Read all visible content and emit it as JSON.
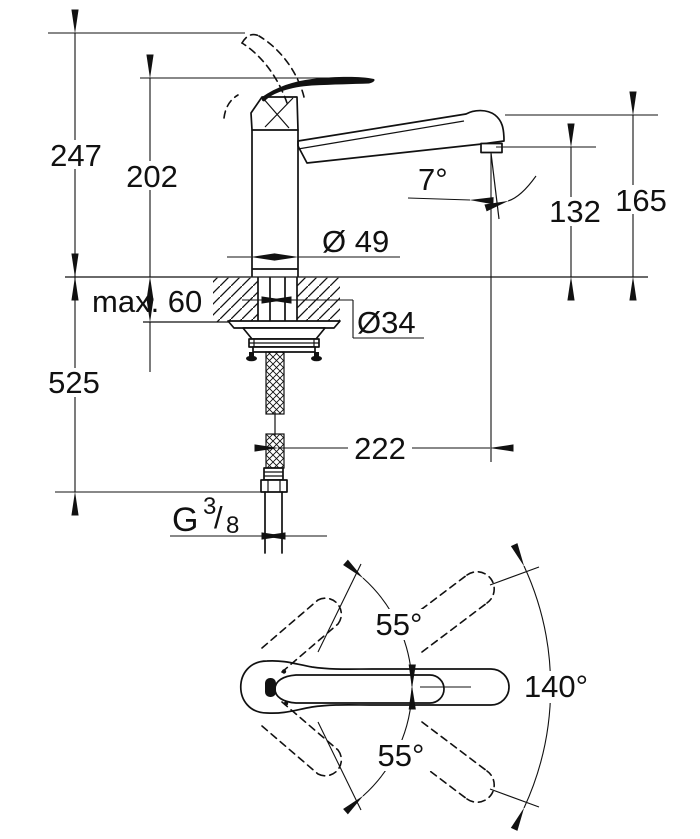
{
  "drawing": {
    "kind": "faucet dimensional drawing",
    "colors": {
      "line": "#111111",
      "background": "#ffffff"
    },
    "side_view": {
      "height_total_raised": "247",
      "height_handle": "202",
      "height_spout_tip": "165",
      "height_outlet": "132",
      "stream_angle": "7°",
      "body_diameter": "Ø 49",
      "max_deck_thickness": "max. 60",
      "shank_diameter": "Ø34",
      "hose_length": "525",
      "spout_reach": "222",
      "thread": {
        "g": "G",
        "sup": "3",
        "slash": "/",
        "sub": "8"
      }
    },
    "top_view": {
      "swivel_upper": "55°",
      "swivel_total": "140°",
      "swivel_lower": "55°"
    }
  }
}
